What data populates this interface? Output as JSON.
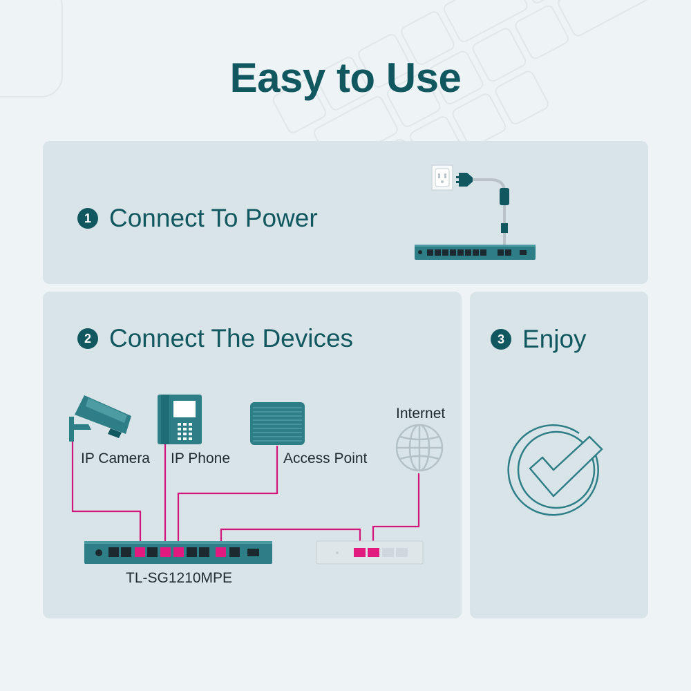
{
  "title": "Easy to Use",
  "steps": [
    {
      "number": "1",
      "label": "Connect To Power"
    },
    {
      "number": "2",
      "label": "Connect The Devices"
    },
    {
      "number": "3",
      "label": "Enjoy"
    }
  ],
  "devices": {
    "ip_camera": "IP Camera",
    "ip_phone": "IP Phone",
    "access_point": "Access Point",
    "internet": "Internet",
    "switch_model": "TL-SG1210MPE"
  },
  "colors": {
    "teal": "#11575f",
    "panel": "#d8e4e8",
    "cable": "#d1157a",
    "port_pink": "#e2197f"
  }
}
